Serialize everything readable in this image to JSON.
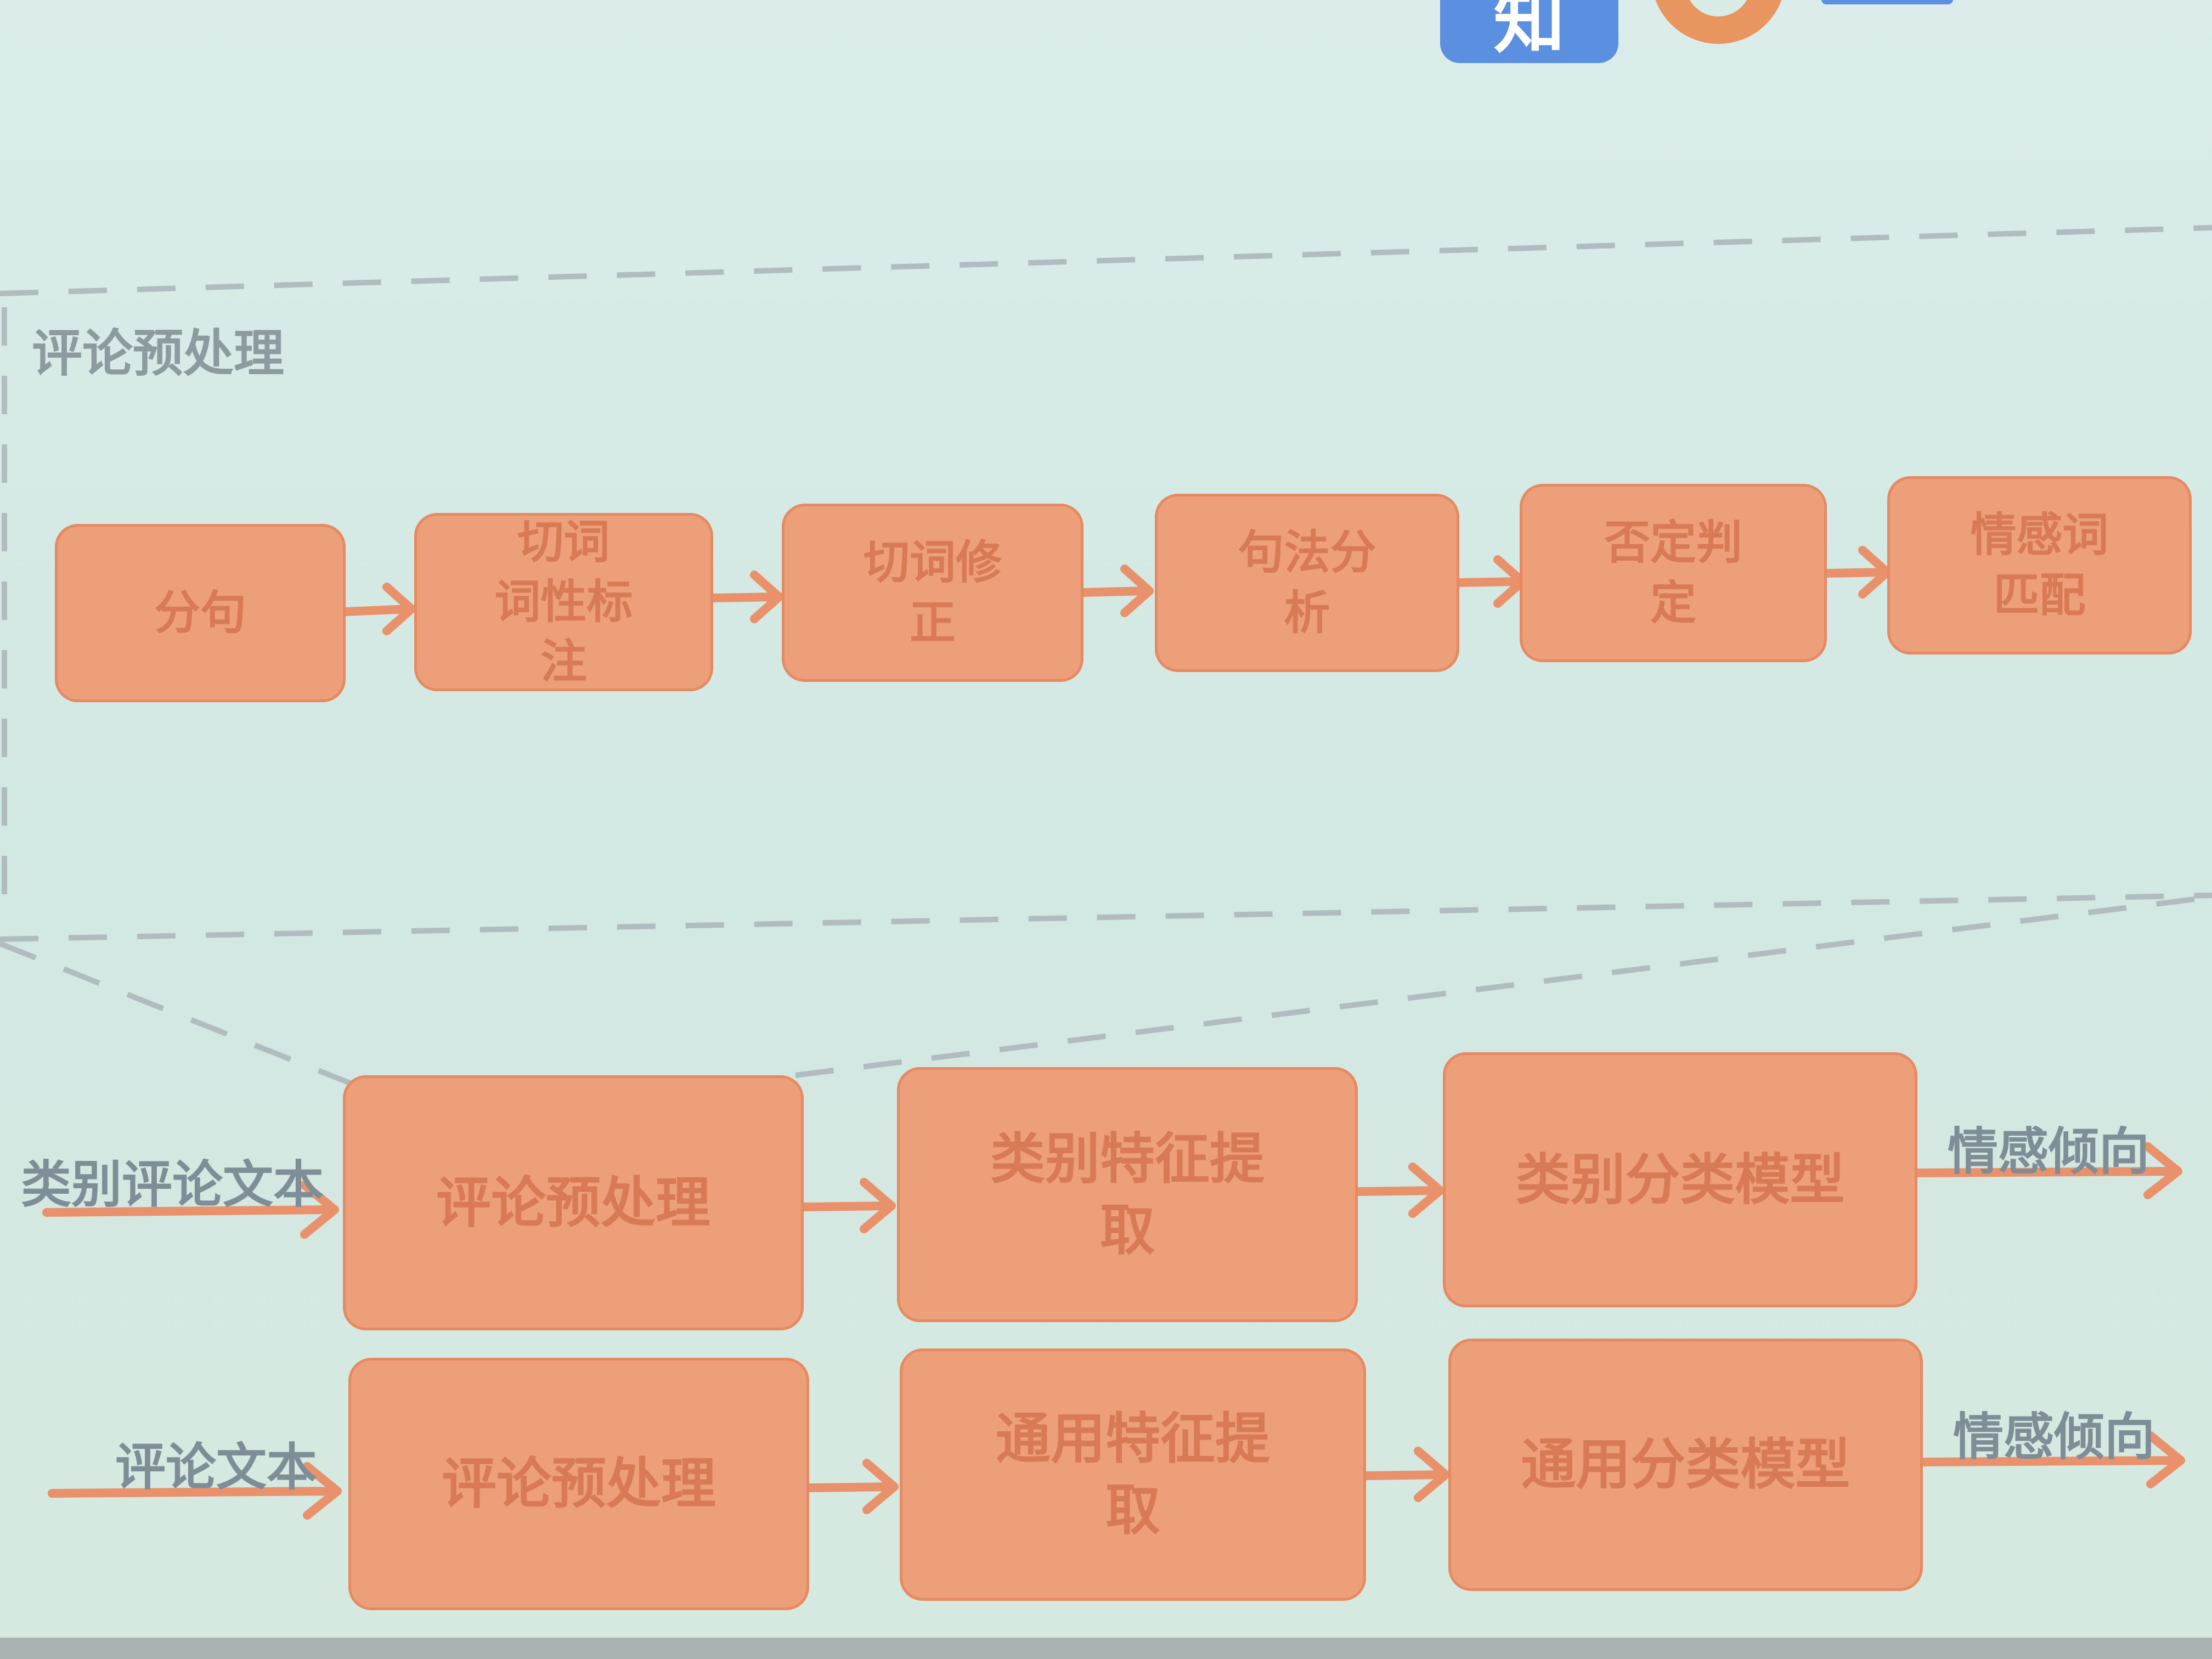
{
  "logos": {
    "logo_a_text": "知",
    "logo_a_icon": "zhihu-logo-icon",
    "logo_b_icon": "envelope-logo-icon"
  },
  "preprocess": {
    "title": "评论预处理",
    "steps": [
      {
        "label": "分句"
      },
      {
        "label": "切词\n词性标\n注"
      },
      {
        "label": "切词修\n正"
      },
      {
        "label": "句法分\n析"
      },
      {
        "label": "否定判\n定"
      },
      {
        "label": "情感词\n匹配"
      }
    ]
  },
  "pipelines": [
    {
      "input": "类别评论文本",
      "output": "情感倾向",
      "steps": [
        {
          "label": "评论预处理"
        },
        {
          "label": "类别特征提\n取"
        },
        {
          "label": "类别分类模型"
        }
      ]
    },
    {
      "input": "评论文本",
      "output": "情感倾向",
      "steps": [
        {
          "label": "评论预处理"
        },
        {
          "label": "通用特征提\n取"
        },
        {
          "label": "通用分类模型"
        }
      ]
    }
  ],
  "colors": {
    "background": "#d3e6e1",
    "node_fill": "#ec9f79",
    "node_border": "#e58a62",
    "arrow": "#e9916a",
    "dashed_line": "#b0bcc0",
    "label_text": "#7f8e96"
  }
}
